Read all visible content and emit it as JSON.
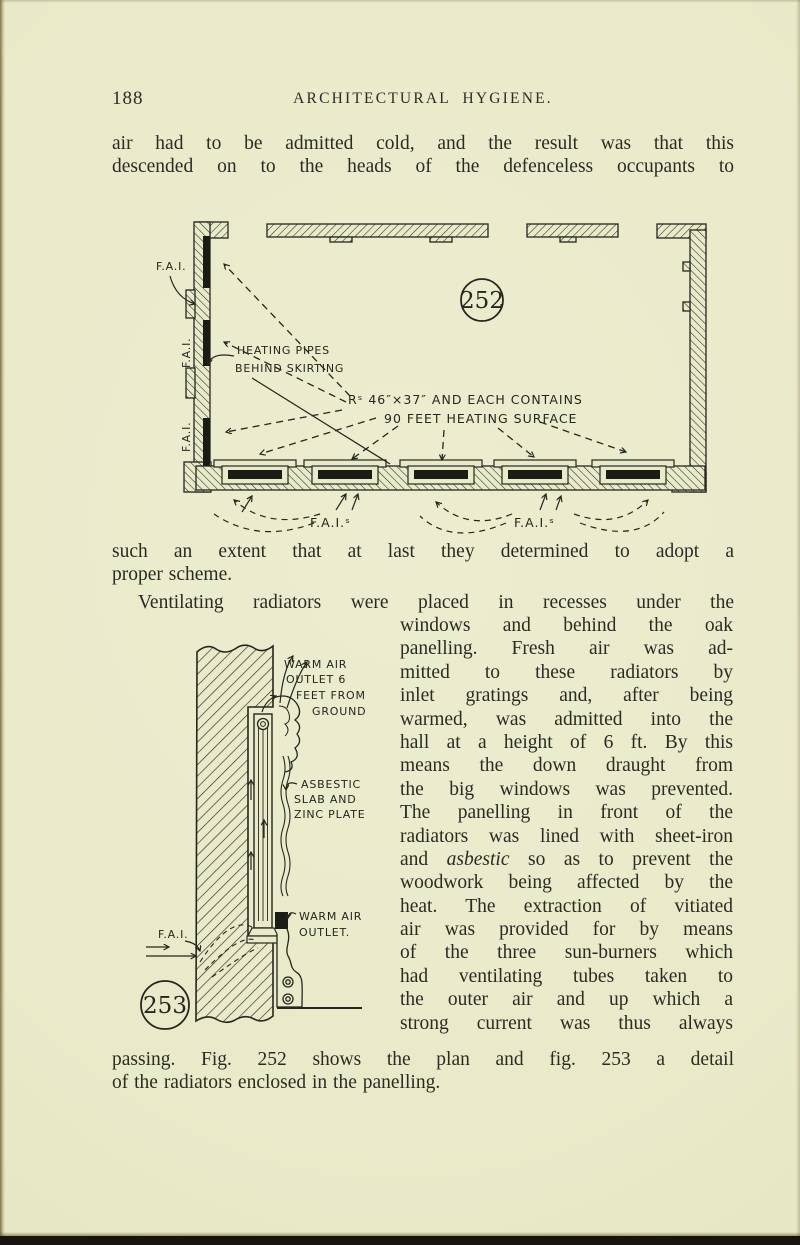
{
  "colors": {
    "paper": "#e9eac9",
    "ink": "#26261e",
    "edge_bottom": "#17140d"
  },
  "header": {
    "page_number": "188",
    "running_title": "ARCHITECTURAL  HYGIENE."
  },
  "paragraph1": {
    "lines": [
      "air had to be admitted cold, and the result was that this",
      "descended on to the heads of the defenceless occupants to"
    ],
    "continuation": [
      "such an extent that at last they determined to adopt a",
      "proper scheme."
    ]
  },
  "paragraph2": {
    "lead_line": "Ventilating radiators were placed in recesses under the",
    "right_column_a": [
      "windows and behind the oak",
      "panelling.  Fresh air was ad-",
      "mitted to these radiators by",
      "inlet gratings and, after being",
      "warmed, was admitted into the",
      "hall at a height of 6 ft.  By this",
      "means the down draught from",
      "the big windows was prevented.",
      "The panelling in front of the",
      "radiators was lined with sheet-iron"
    ],
    "line_asbestic": {
      "pre": "and ",
      "em": "asbestic",
      "post": " so as to prevent the"
    },
    "right_column_b": [
      "woodwork being affected by the",
      "heat.  The extraction of vitiated",
      "air was provided for by means",
      "of the three sun-burners which",
      "had ventilating tubes taken to",
      "the outer air and up which a",
      "strong current was thus always"
    ],
    "closing_lines": [
      "passing.  Fig. 252 shows the plan and fig. 253 a detail",
      "of the radiators enclosed in the panelling."
    ]
  },
  "figure252": {
    "number": "252",
    "label_fai": "F.A.I.",
    "label_fai_rot1": "F.A.I.",
    "label_fai_rot2": "F.A.I.",
    "heating_pipes_line1": "HEATING PIPES",
    "heating_pipes_line2": "BEHIND SKIRTING",
    "note_line1": "Rˢ 46″×37″ AND EACH CONTAINS",
    "note_line2": "90 FEET HEATING SURFACE",
    "label_fai_s_left": "F.A.I.ˢ",
    "label_fai_s_right": "F.A.I.ˢ"
  },
  "figure253": {
    "number": "253",
    "warm_air_top_1": "WARM AIR",
    "warm_air_top_2": "OUTLET 6",
    "warm_air_top_3": "FEET FROM",
    "warm_air_top_4": "GROUND",
    "asbestic_1": "ASBESTIC",
    "asbestic_2": "SLAB AND",
    "asbestic_3": "ZINC PLATE",
    "warm_air_bottom_1": "WARM AIR",
    "warm_air_bottom_2": "OUTLET.",
    "label_fai": "F.A.I."
  }
}
